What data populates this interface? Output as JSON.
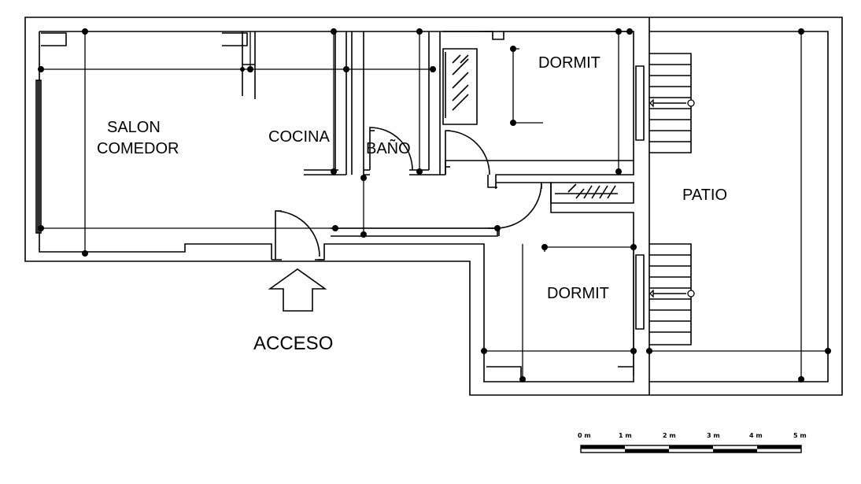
{
  "rooms": {
    "salon_line1": "SALON",
    "salon_line2": "COMEDOR",
    "cocina": "COCINA",
    "bano": "BAÑO",
    "dormit_top": "DORMIT",
    "dormit_bottom": "DORMIT",
    "patio": "PATIO"
  },
  "access": {
    "label": "ACCESO",
    "icon": "up-arrow-icon"
  },
  "scale_bar": {
    "ticks": [
      "0 m",
      "1 m",
      "2 m",
      "3 m",
      "4 m",
      "5 m"
    ]
  },
  "colors": {
    "line": "#000000",
    "background": "#ffffff"
  }
}
